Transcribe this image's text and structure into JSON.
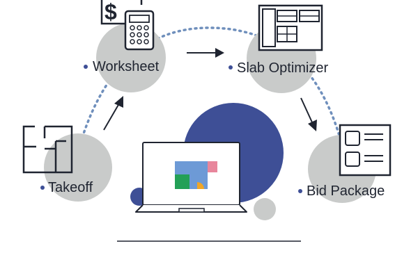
{
  "workflow": {
    "steps": [
      {
        "label": "Worksheet",
        "icon": "calculator-dollar-icon"
      },
      {
        "label": "Slab Optimizer",
        "icon": "slab-layout-icon"
      },
      {
        "label": "Bid Package",
        "icon": "document-list-icon"
      },
      {
        "label": "Takeoff",
        "icon": "floor-plan-icon"
      }
    ]
  },
  "colors": {
    "circle": "#c9cbca",
    "dashed_path": "#6f8fbc",
    "accent_navy": "#3e4f96",
    "bullet": "#3e4f96",
    "ink": "#1f2430",
    "screen_blue": "#6d9ad6",
    "screen_green": "#23a057",
    "screen_pink": "#e8869c",
    "screen_orange": "#f0a626"
  }
}
